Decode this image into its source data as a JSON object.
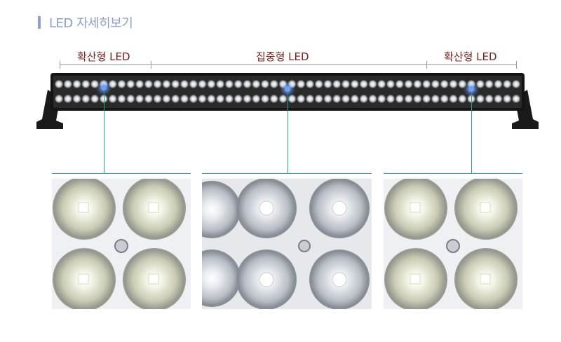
{
  "header": {
    "title": "LED 자세히보기"
  },
  "sections": {
    "left_label": "확산형 LED",
    "center_label": "집중형 LED",
    "right_label": "확산형 LED"
  },
  "colors": {
    "title": "#8e9fc9",
    "label": "#7a1f1f",
    "connector": "#2e9e8a"
  }
}
